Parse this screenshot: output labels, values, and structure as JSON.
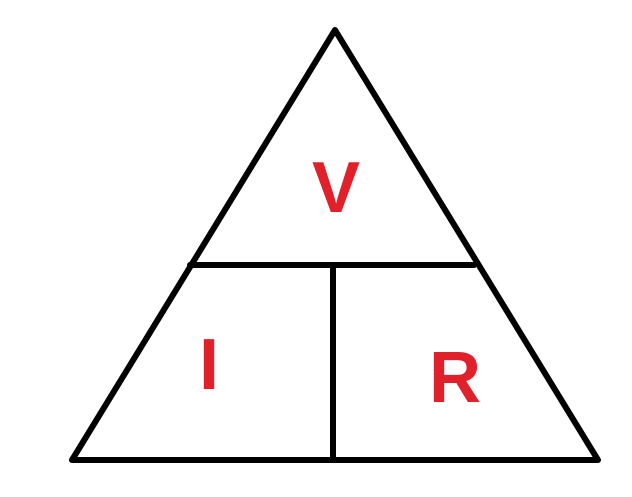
{
  "diagram": {
    "top_label": "V",
    "left_label": "I",
    "right_label": "R",
    "label_color": "#e0202a",
    "line_color": "#000000",
    "background": "#ffffff"
  }
}
